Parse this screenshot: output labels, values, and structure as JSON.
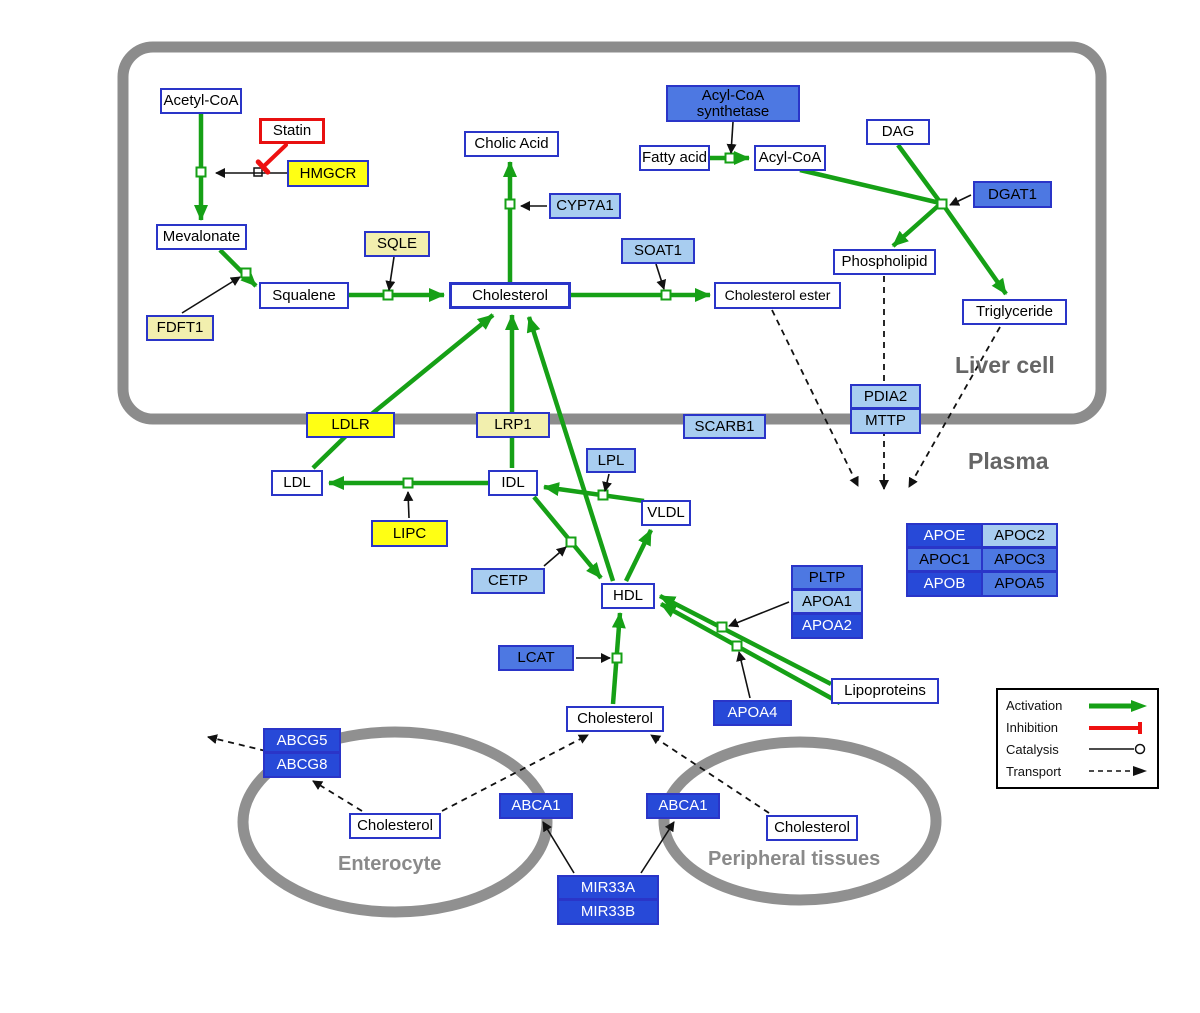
{
  "compartments": {
    "liver": "Liver cell",
    "plasma": "Plasma",
    "enterocyte": "Enterocyte",
    "peripheral": "Peripheral tissues"
  },
  "nodes": {
    "acetyl_coa": {
      "label": "Acetyl-CoA"
    },
    "statin": {
      "label": "Statin"
    },
    "hmgcr": {
      "label": "HMGCR"
    },
    "mevalonate": {
      "label": "Mevalonate"
    },
    "fdft1": {
      "label": "FDFT1"
    },
    "squalene": {
      "label": "Squalene"
    },
    "sqle": {
      "label": "SQLE"
    },
    "cholesterol_liver": {
      "label": "Cholesterol"
    },
    "cholic_acid": {
      "label": "Cholic Acid"
    },
    "cyp7a1": {
      "label": "CYP7A1"
    },
    "soat1": {
      "label": "SOAT1"
    },
    "cholesterol_ester": {
      "label": "Cholesterol ester"
    },
    "acyl_coa_synthetase": {
      "label": "Acyl-CoA synthetase"
    },
    "fatty_acid": {
      "label": "Fatty acid"
    },
    "acyl_coa": {
      "label": "Acyl-CoA"
    },
    "dag": {
      "label": "DAG"
    },
    "dgat1": {
      "label": "DGAT1"
    },
    "phospholipid": {
      "label": "Phospholipid"
    },
    "triglyceride": {
      "label": "Triglyceride"
    },
    "pdia2": {
      "label": "PDIA2"
    },
    "mttp": {
      "label": "MTTP"
    },
    "ldlr": {
      "label": "LDLR"
    },
    "lrp1": {
      "label": "LRP1"
    },
    "scarb1": {
      "label": "SCARB1"
    },
    "ldl": {
      "label": "LDL"
    },
    "idl": {
      "label": "IDL"
    },
    "lpl": {
      "label": "LPL"
    },
    "vldl": {
      "label": "VLDL"
    },
    "lipc": {
      "label": "LIPC"
    },
    "cetp": {
      "label": "CETP"
    },
    "hdl": {
      "label": "HDL"
    },
    "pltp": {
      "label": "PLTP"
    },
    "apoa1": {
      "label": "APOA1"
    },
    "apoa2": {
      "label": "APOA2"
    },
    "apoe": {
      "label": "APOE"
    },
    "apoc2": {
      "label": "APOC2"
    },
    "apoc1": {
      "label": "APOC1"
    },
    "apoc3": {
      "label": "APOC3"
    },
    "apob": {
      "label": "APOB"
    },
    "apoa5": {
      "label": "APOA5"
    },
    "lcat": {
      "label": "LCAT"
    },
    "apoa4": {
      "label": "APOA4"
    },
    "lipoproteins": {
      "label": "Lipoproteins"
    },
    "cholesterol_plasma": {
      "label": "Cholesterol"
    },
    "abcg5": {
      "label": "ABCG5"
    },
    "abcg8": {
      "label": "ABCG8"
    },
    "cholesterol_enterocyte": {
      "label": "Cholesterol"
    },
    "abca1_enterocyte": {
      "label": "ABCA1"
    },
    "abca1_peripheral": {
      "label": "ABCA1"
    },
    "cholesterol_peripheral": {
      "label": "Cholesterol"
    },
    "mir33a": {
      "label": "MIR33A"
    },
    "mir33b": {
      "label": "MIR33B"
    }
  },
  "legend": {
    "activation": "Activation",
    "inhibition": "Inhibition",
    "catalysis": "Catalysis",
    "transport": "Transport"
  },
  "colors": {
    "activation_green": "#16a016",
    "inhibition_red": "#ee1111",
    "gene_yellow": "#ffff14",
    "gene_pale_yellow": "#f2efae",
    "gene_blue_dark": "#2749d8",
    "gene_blue_medium": "#4d78e2",
    "gene_blue_light": "#a8cdf0",
    "node_border_blue": "#2a35c8",
    "membrane_gray": "#8c8c8c"
  }
}
